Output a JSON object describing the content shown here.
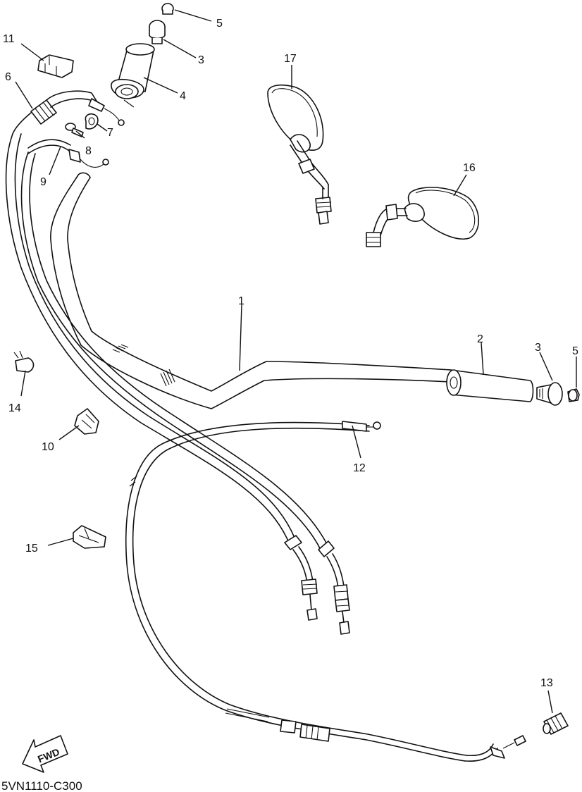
{
  "diagram_code": "5VN1110-C300",
  "fwd_label": "FWD",
  "callouts": {
    "c1": "1",
    "c2": "2",
    "c3a": "3",
    "c3b": "3",
    "c4": "4",
    "c5a": "5",
    "c5b": "5",
    "c6": "6",
    "c7": "7",
    "c8": "8",
    "c9": "9",
    "c10": "10",
    "c11": "11",
    "c12": "12",
    "c13": "13",
    "c14": "14",
    "c15": "15",
    "c16": "16",
    "c17": "17"
  }
}
